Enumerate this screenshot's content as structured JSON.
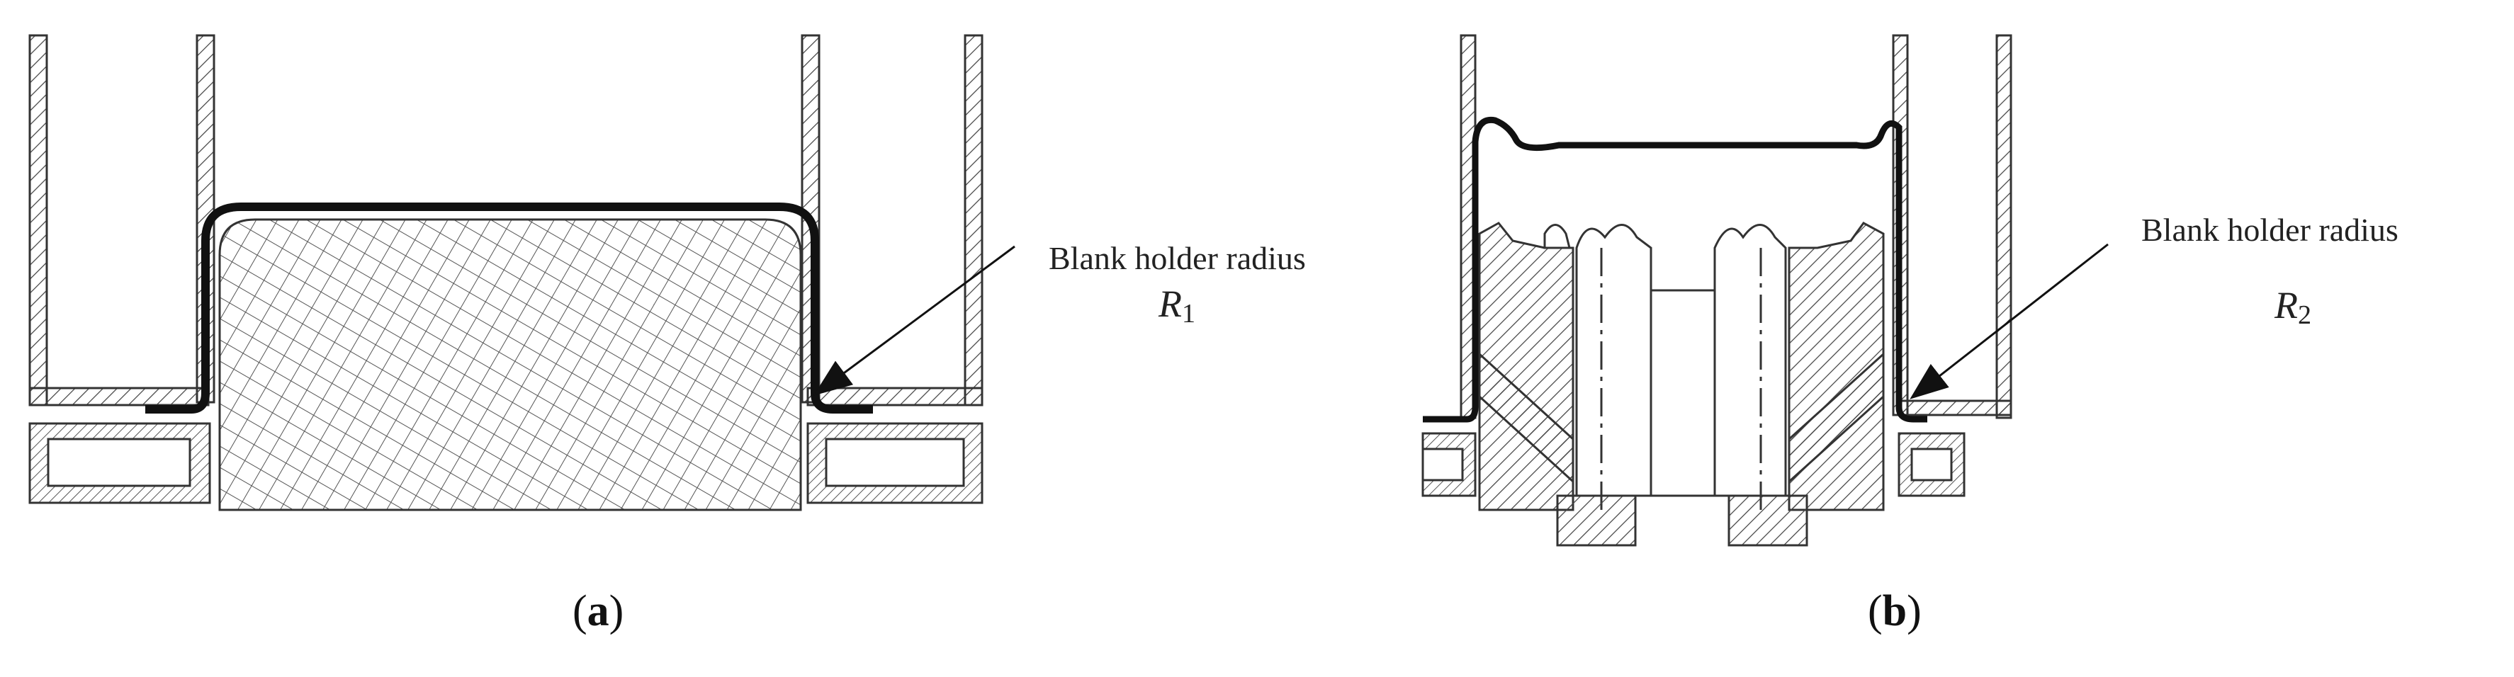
{
  "panel_a": {
    "annotation_text": "Blank holder radius",
    "radius_symbol": "R",
    "radius_subscript": "1",
    "caption_open": "(",
    "caption_letter": "a",
    "caption_close": ")"
  },
  "panel_b": {
    "annotation_text": "Blank holder radius",
    "radius_symbol": "R",
    "radius_subscript": "2",
    "caption_open": "(",
    "caption_letter": "b",
    "caption_close": ")"
  },
  "colors": {
    "line": "#333333",
    "blank": "#111111",
    "background": "#ffffff"
  }
}
